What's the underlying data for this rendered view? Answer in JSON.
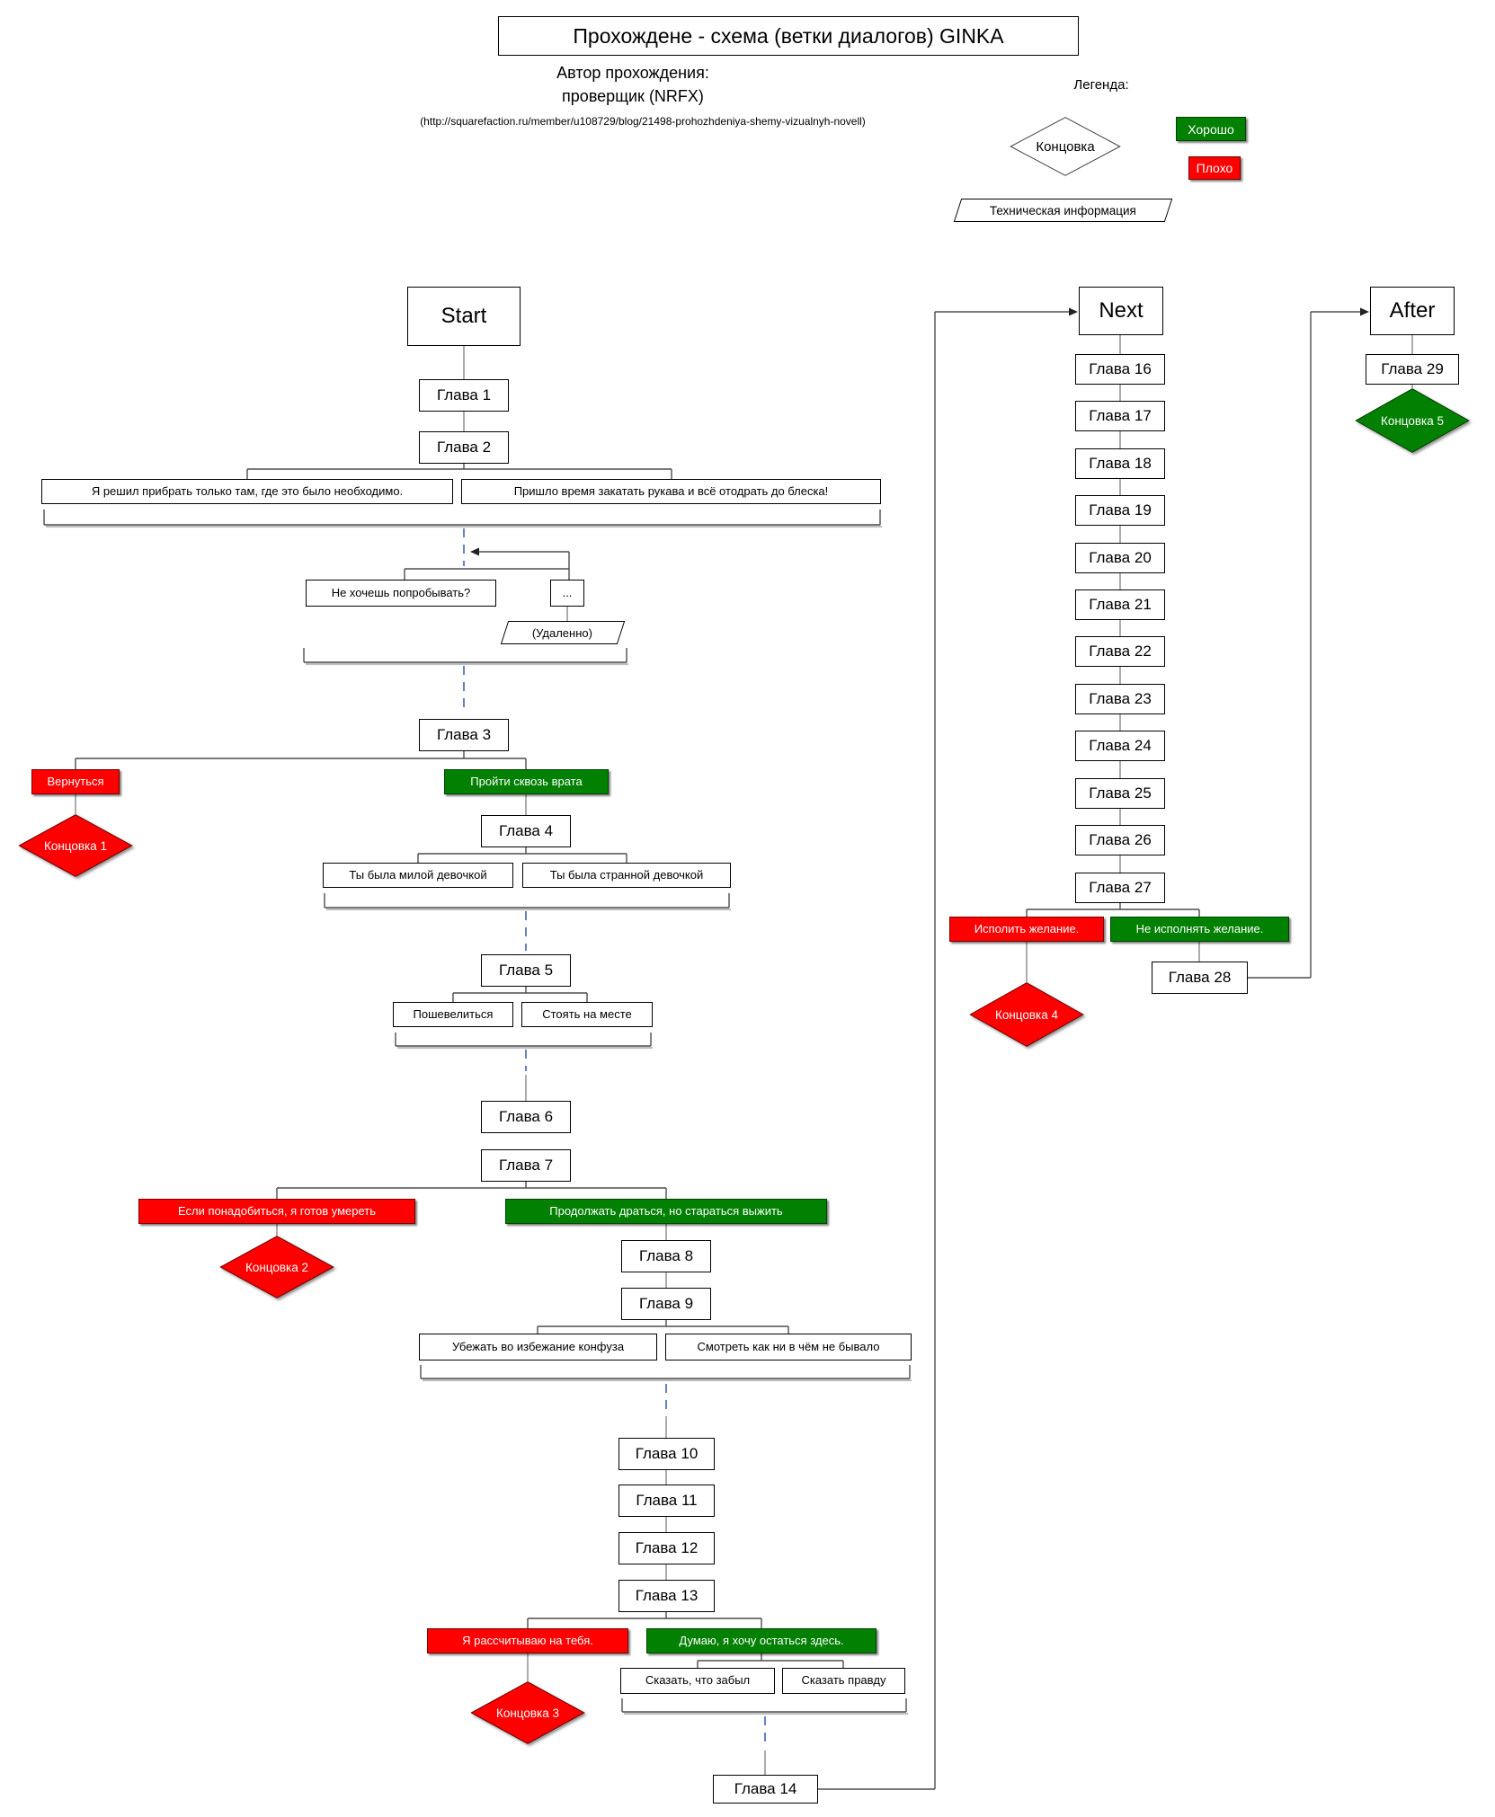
{
  "header": {
    "title": "Прохождене - схема (ветки диалогов) GINKA",
    "author_line1": "Автор прохождения:",
    "author_line2": "проверщик (NRFX)",
    "source_url": "(http://squarefaction.ru/member/u108729/blog/21498-prohozhdeniya-shemy-vizualnyh-novell)"
  },
  "legend": {
    "heading": "Легенда:",
    "ending_shape_label": "Концовка",
    "good_label": "Хорошо",
    "bad_label": "Плохо",
    "tech_label": "Техническая информация"
  },
  "colors": {
    "good": "#028002",
    "bad": "#fe0000",
    "connector": "#7f7f7f",
    "dash": "#3f63b8"
  },
  "nodes": [
    {
      "id": "start",
      "kind": "terminal",
      "label": "Start"
    },
    {
      "id": "ch1",
      "kind": "chapter",
      "label": "Глава 1"
    },
    {
      "id": "ch2",
      "kind": "chapter",
      "label": "Глава 2"
    },
    {
      "id": "c2a",
      "kind": "choice",
      "label": "Я решил прибрать только там, где это было необходимо."
    },
    {
      "id": "c2b",
      "kind": "choice",
      "label": "Пришло время закатать рукава и всё отодрать до блеска!"
    },
    {
      "id": "q1",
      "kind": "choice",
      "label": "Не хочешь попробывать?"
    },
    {
      "id": "dots",
      "kind": "choice",
      "label": "..."
    },
    {
      "id": "removed",
      "kind": "para",
      "label": "(Удаленно)"
    },
    {
      "id": "ch3",
      "kind": "chapter",
      "label": "Глава 3"
    },
    {
      "id": "back",
      "kind": "choice red",
      "label": "Вернуться"
    },
    {
      "id": "end1",
      "kind": "dred",
      "label": "Концовка 1"
    },
    {
      "id": "gate",
      "kind": "choice green",
      "label": "Пройти сквозь врата"
    },
    {
      "id": "ch4",
      "kind": "chapter",
      "label": "Глава 4"
    },
    {
      "id": "c4a",
      "kind": "choice",
      "label": "Ты была милой девочкой"
    },
    {
      "id": "c4b",
      "kind": "choice",
      "label": "Ты была странной девочкой"
    },
    {
      "id": "ch5",
      "kind": "chapter",
      "label": "Глава 5"
    },
    {
      "id": "c5a",
      "kind": "choice",
      "label": "Пошевелиться"
    },
    {
      "id": "c5b",
      "kind": "choice",
      "label": "Стоять на месте"
    },
    {
      "id": "ch6",
      "kind": "chapter",
      "label": "Глава 6"
    },
    {
      "id": "ch7",
      "kind": "chapter",
      "label": "Глава 7"
    },
    {
      "id": "c7a",
      "kind": "choice red",
      "label": "Если понадобиться, я готов умереть"
    },
    {
      "id": "end2",
      "kind": "dred",
      "label": "Концовка 2"
    },
    {
      "id": "c7b",
      "kind": "choice green",
      "label": "Продолжать драться, но стараться выжить"
    },
    {
      "id": "ch8",
      "kind": "chapter",
      "label": "Глава 8"
    },
    {
      "id": "ch9",
      "kind": "chapter",
      "label": "Глава 9"
    },
    {
      "id": "c9a",
      "kind": "choice",
      "label": "Убежать во избежание конфуза"
    },
    {
      "id": "c9b",
      "kind": "choice",
      "label": "Смотреть как ни в чём не бывало"
    },
    {
      "id": "ch10",
      "kind": "chapter",
      "label": "Глава 10"
    },
    {
      "id": "ch11",
      "kind": "chapter",
      "label": "Глава 11"
    },
    {
      "id": "ch12",
      "kind": "chapter",
      "label": "Глава 12"
    },
    {
      "id": "ch13",
      "kind": "chapter",
      "label": "Глава 13"
    },
    {
      "id": "c13a",
      "kind": "choice red",
      "label": "Я рассчитываю на тебя."
    },
    {
      "id": "end3",
      "kind": "dred",
      "label": "Концовка 3"
    },
    {
      "id": "c13b",
      "kind": "choice green",
      "label": "Думаю, я хочу остаться здесь."
    },
    {
      "id": "c13b1",
      "kind": "choice",
      "label": "Сказать, что забыл"
    },
    {
      "id": "c13b2",
      "kind": "choice",
      "label": "Сказать правду"
    },
    {
      "id": "ch14",
      "kind": "chapter",
      "label": "Глава 14"
    },
    {
      "id": "next",
      "kind": "terminal",
      "label": "Next"
    },
    {
      "id": "ch16",
      "kind": "chapter",
      "label": "Глава 16"
    },
    {
      "id": "ch17",
      "kind": "chapter",
      "label": "Глава 17"
    },
    {
      "id": "ch18",
      "kind": "chapter",
      "label": "Глава 18"
    },
    {
      "id": "ch19",
      "kind": "chapter",
      "label": "Глава 19"
    },
    {
      "id": "ch20",
      "kind": "chapter",
      "label": "Глава 20"
    },
    {
      "id": "ch21",
      "kind": "chapter",
      "label": "Глава 21"
    },
    {
      "id": "ch22",
      "kind": "chapter",
      "label": "Глава 22"
    },
    {
      "id": "ch23",
      "kind": "chapter",
      "label": "Глава 23"
    },
    {
      "id": "ch24",
      "kind": "chapter",
      "label": "Глава 24"
    },
    {
      "id": "ch25",
      "kind": "chapter",
      "label": "Глава 25"
    },
    {
      "id": "ch26",
      "kind": "chapter",
      "label": "Глава 26"
    },
    {
      "id": "ch27",
      "kind": "chapter",
      "label": "Глава 27"
    },
    {
      "id": "c27a",
      "kind": "choice red",
      "label": "Исполить желание."
    },
    {
      "id": "end4",
      "kind": "dred",
      "label": "Концовка 4"
    },
    {
      "id": "c27b",
      "kind": "choice green",
      "label": "Не исполнять желание."
    },
    {
      "id": "ch28",
      "kind": "chapter",
      "label": "Глава 28"
    },
    {
      "id": "after",
      "kind": "terminal",
      "label": "After"
    },
    {
      "id": "ch29",
      "kind": "chapter",
      "label": "Глава 29"
    },
    {
      "id": "end5",
      "kind": "dgreen",
      "label": "Концовка 5"
    }
  ]
}
